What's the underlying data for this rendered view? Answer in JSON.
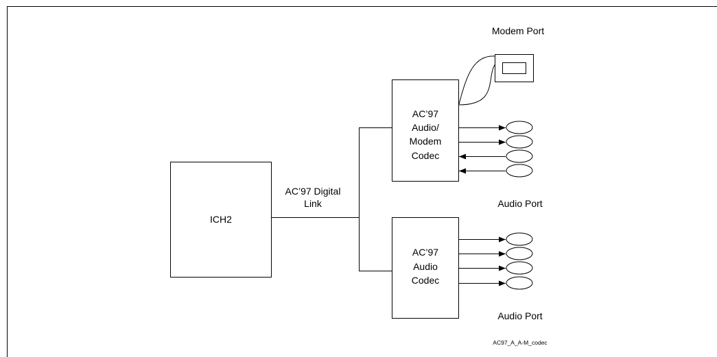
{
  "ich2": {
    "label": "ICH2"
  },
  "link": {
    "line1": "AC’97 Digital",
    "line2": "Link"
  },
  "codec_top": {
    "lines": [
      "AC’97",
      "Audio/",
      "Modem",
      "Codec"
    ]
  },
  "codec_bottom": {
    "lines": [
      "AC’97",
      "Audio",
      "Codec"
    ]
  },
  "modem_port": {
    "label": "Modem Port"
  },
  "audio_port_top": {
    "label": "Audio Port"
  },
  "audio_port_bottom": {
    "label": "Audio Port"
  },
  "figure_id": "AC97_A_A-M_codec",
  "ports": {
    "top_directions": [
      "out",
      "out",
      "in",
      "in"
    ],
    "bottom_directions": [
      "out",
      "out",
      "out",
      "out"
    ]
  }
}
